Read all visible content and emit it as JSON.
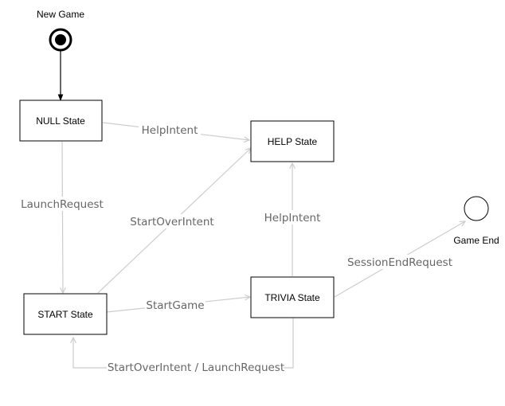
{
  "diagram": {
    "initial": {
      "caption": "New Game"
    },
    "final": {
      "caption": "Game End"
    },
    "states": {
      "null": "NULL State",
      "help": "HELP State",
      "start": "START State",
      "trivia": "TRIVIA State"
    },
    "transitions": {
      "null_to_help": "HelpIntent",
      "null_to_start": "LaunchRequest",
      "start_to_help": "StartOverIntent",
      "trivia_to_help": "HelpIntent",
      "trivia_to_end": "SessionEndRequest",
      "start_to_trivia": "StartGame",
      "trivia_to_start": "StartOverIntent / LaunchRequest"
    },
    "colors": {
      "edge": "#cccccc",
      "edge_label": "#666666",
      "box_border": "#000000"
    }
  }
}
